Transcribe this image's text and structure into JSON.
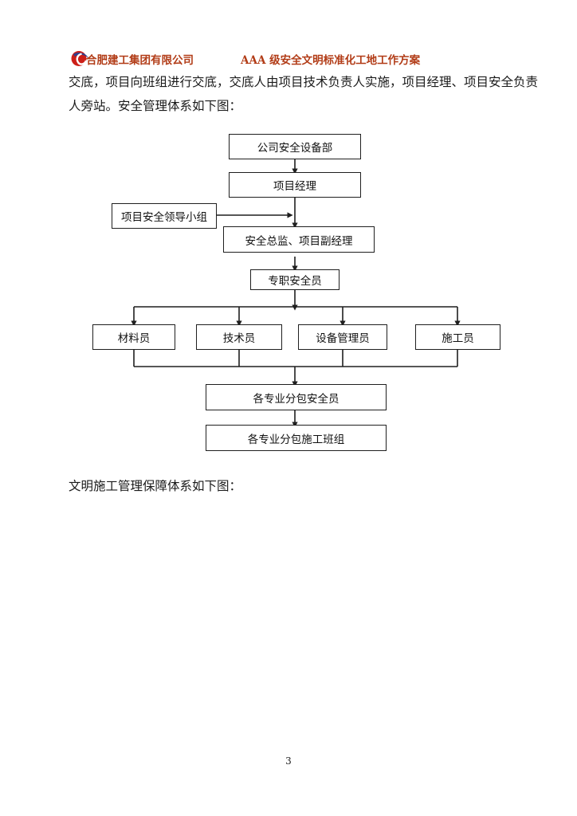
{
  "document": {
    "page_number": "3"
  },
  "header": {
    "logo_icon": "company-logo-icon",
    "company": "合肥建工集团有限公司",
    "title": "AAA 级安全文明标准化工地工作方案",
    "text_color": "#b23c17",
    "logo_circle_color": "#cc1f18",
    "logo_swoosh_color": "#2f3f8f"
  },
  "body": {
    "paragraph_1": "交底，项目向班组进行交底，交底人由项目技术负责人实施，项目经理、项目安全负责",
    "paragraph_2": "人旁站。安全管理体系如下图：",
    "paragraph_3": "文明施工管理保障体系如下图："
  },
  "chart_data": {
    "type": "diagram",
    "title": "安全管理体系",
    "orientation": "top-down",
    "nodes": [
      {
        "id": "n1",
        "label": "公司安全设备部",
        "level": 0
      },
      {
        "id": "n2",
        "label": "项目经理",
        "level": 1
      },
      {
        "id": "n3",
        "label": "项目安全领导小组",
        "level": 2,
        "side": "left"
      },
      {
        "id": "n4",
        "label": "安全总监、项目副经理",
        "level": 2
      },
      {
        "id": "n5",
        "label": "专职安全员",
        "level": 3
      },
      {
        "id": "n6",
        "label": "材料员",
        "level": 4
      },
      {
        "id": "n7",
        "label": "技术员",
        "level": 4
      },
      {
        "id": "n8",
        "label": "设备管理员",
        "level": 4
      },
      {
        "id": "n9",
        "label": "施工员",
        "level": 4
      },
      {
        "id": "n10",
        "label": "各专业分包安全员",
        "level": 5
      },
      {
        "id": "n11",
        "label": "各专业分包施工班组",
        "level": 6
      }
    ],
    "edges": [
      {
        "from": "n1",
        "to": "n2",
        "style": "arrow-down"
      },
      {
        "from": "n2",
        "to": "n4",
        "style": "arrow-down"
      },
      {
        "from": "n3",
        "to": "n4",
        "style": "arrow-right-into-trunk"
      },
      {
        "from": "n4",
        "to": "n5",
        "style": "arrow-down"
      },
      {
        "from": "n5",
        "to": "n6",
        "style": "fan-out"
      },
      {
        "from": "n5",
        "to": "n7",
        "style": "fan-out"
      },
      {
        "from": "n5",
        "to": "n8",
        "style": "fan-out"
      },
      {
        "from": "n5",
        "to": "n9",
        "style": "fan-out"
      },
      {
        "from": "n6",
        "to": "n10",
        "style": "fan-in"
      },
      {
        "from": "n7",
        "to": "n10",
        "style": "fan-in"
      },
      {
        "from": "n8",
        "to": "n10",
        "style": "fan-in"
      },
      {
        "from": "n9",
        "to": "n10",
        "style": "fan-in"
      },
      {
        "from": "n10",
        "to": "n11",
        "style": "arrow-down"
      }
    ],
    "line_color": "#1f1f1f",
    "node_fill": "#ffffff"
  }
}
